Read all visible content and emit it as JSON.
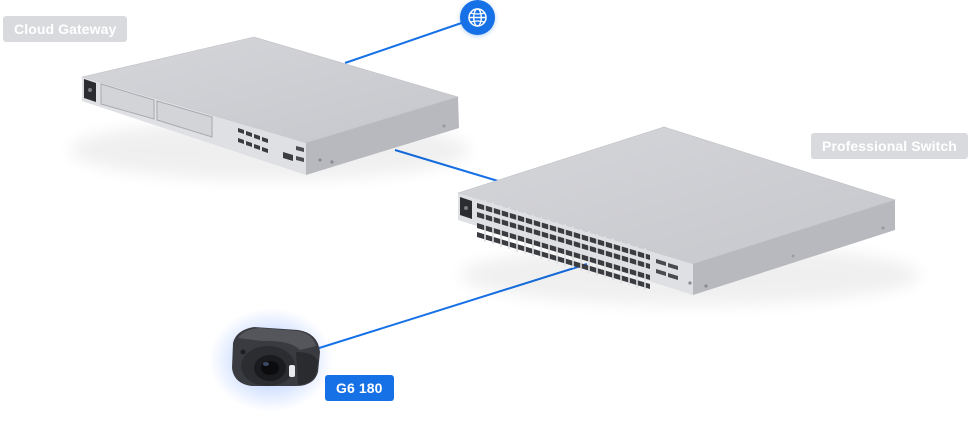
{
  "labels": {
    "cloud_gateway": "Cloud Gateway",
    "professional_switch": "Professional Switch",
    "camera": "G6 180"
  },
  "icons": {
    "internet": "globe-icon"
  },
  "colors": {
    "link": "#1671e6",
    "label_gray": "#d9dadd",
    "label_blue": "#1671e6",
    "device_body": "#c9cacf"
  }
}
